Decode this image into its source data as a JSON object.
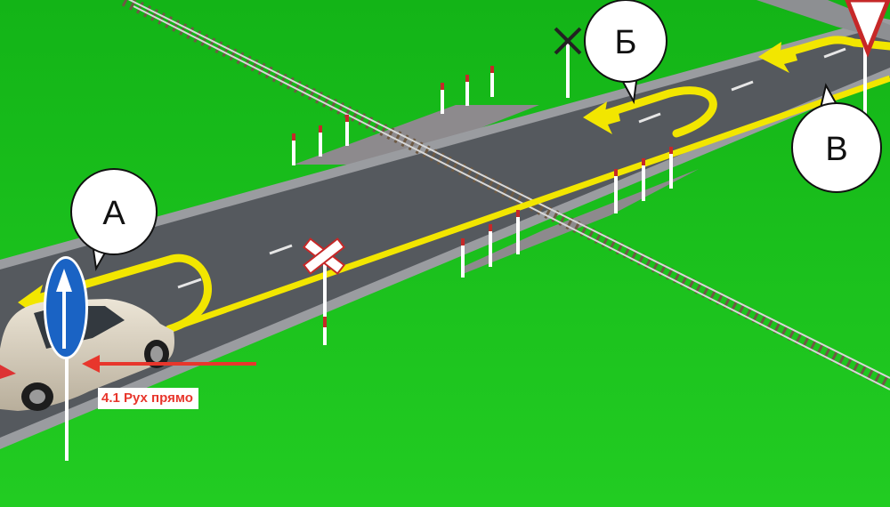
{
  "labels": {
    "a": "А",
    "b": "Б",
    "v": "В"
  },
  "annotation": {
    "sign_caption": "4.1 Рух прямо"
  },
  "colors": {
    "grass": "#19c21c",
    "road": "#55595e",
    "road_edge": "#9a9ca0",
    "marking": "#f2e600",
    "callout_text": "#e8362c",
    "arrow_red": "#e8362c",
    "sign_blue": "#1a63c4"
  },
  "icons": {
    "straight_sign": "arrow-up-icon",
    "yield_sign": "triangle-down-icon",
    "crossing_sign": "x-cross-icon",
    "semaphore": "x-cross-icon"
  }
}
